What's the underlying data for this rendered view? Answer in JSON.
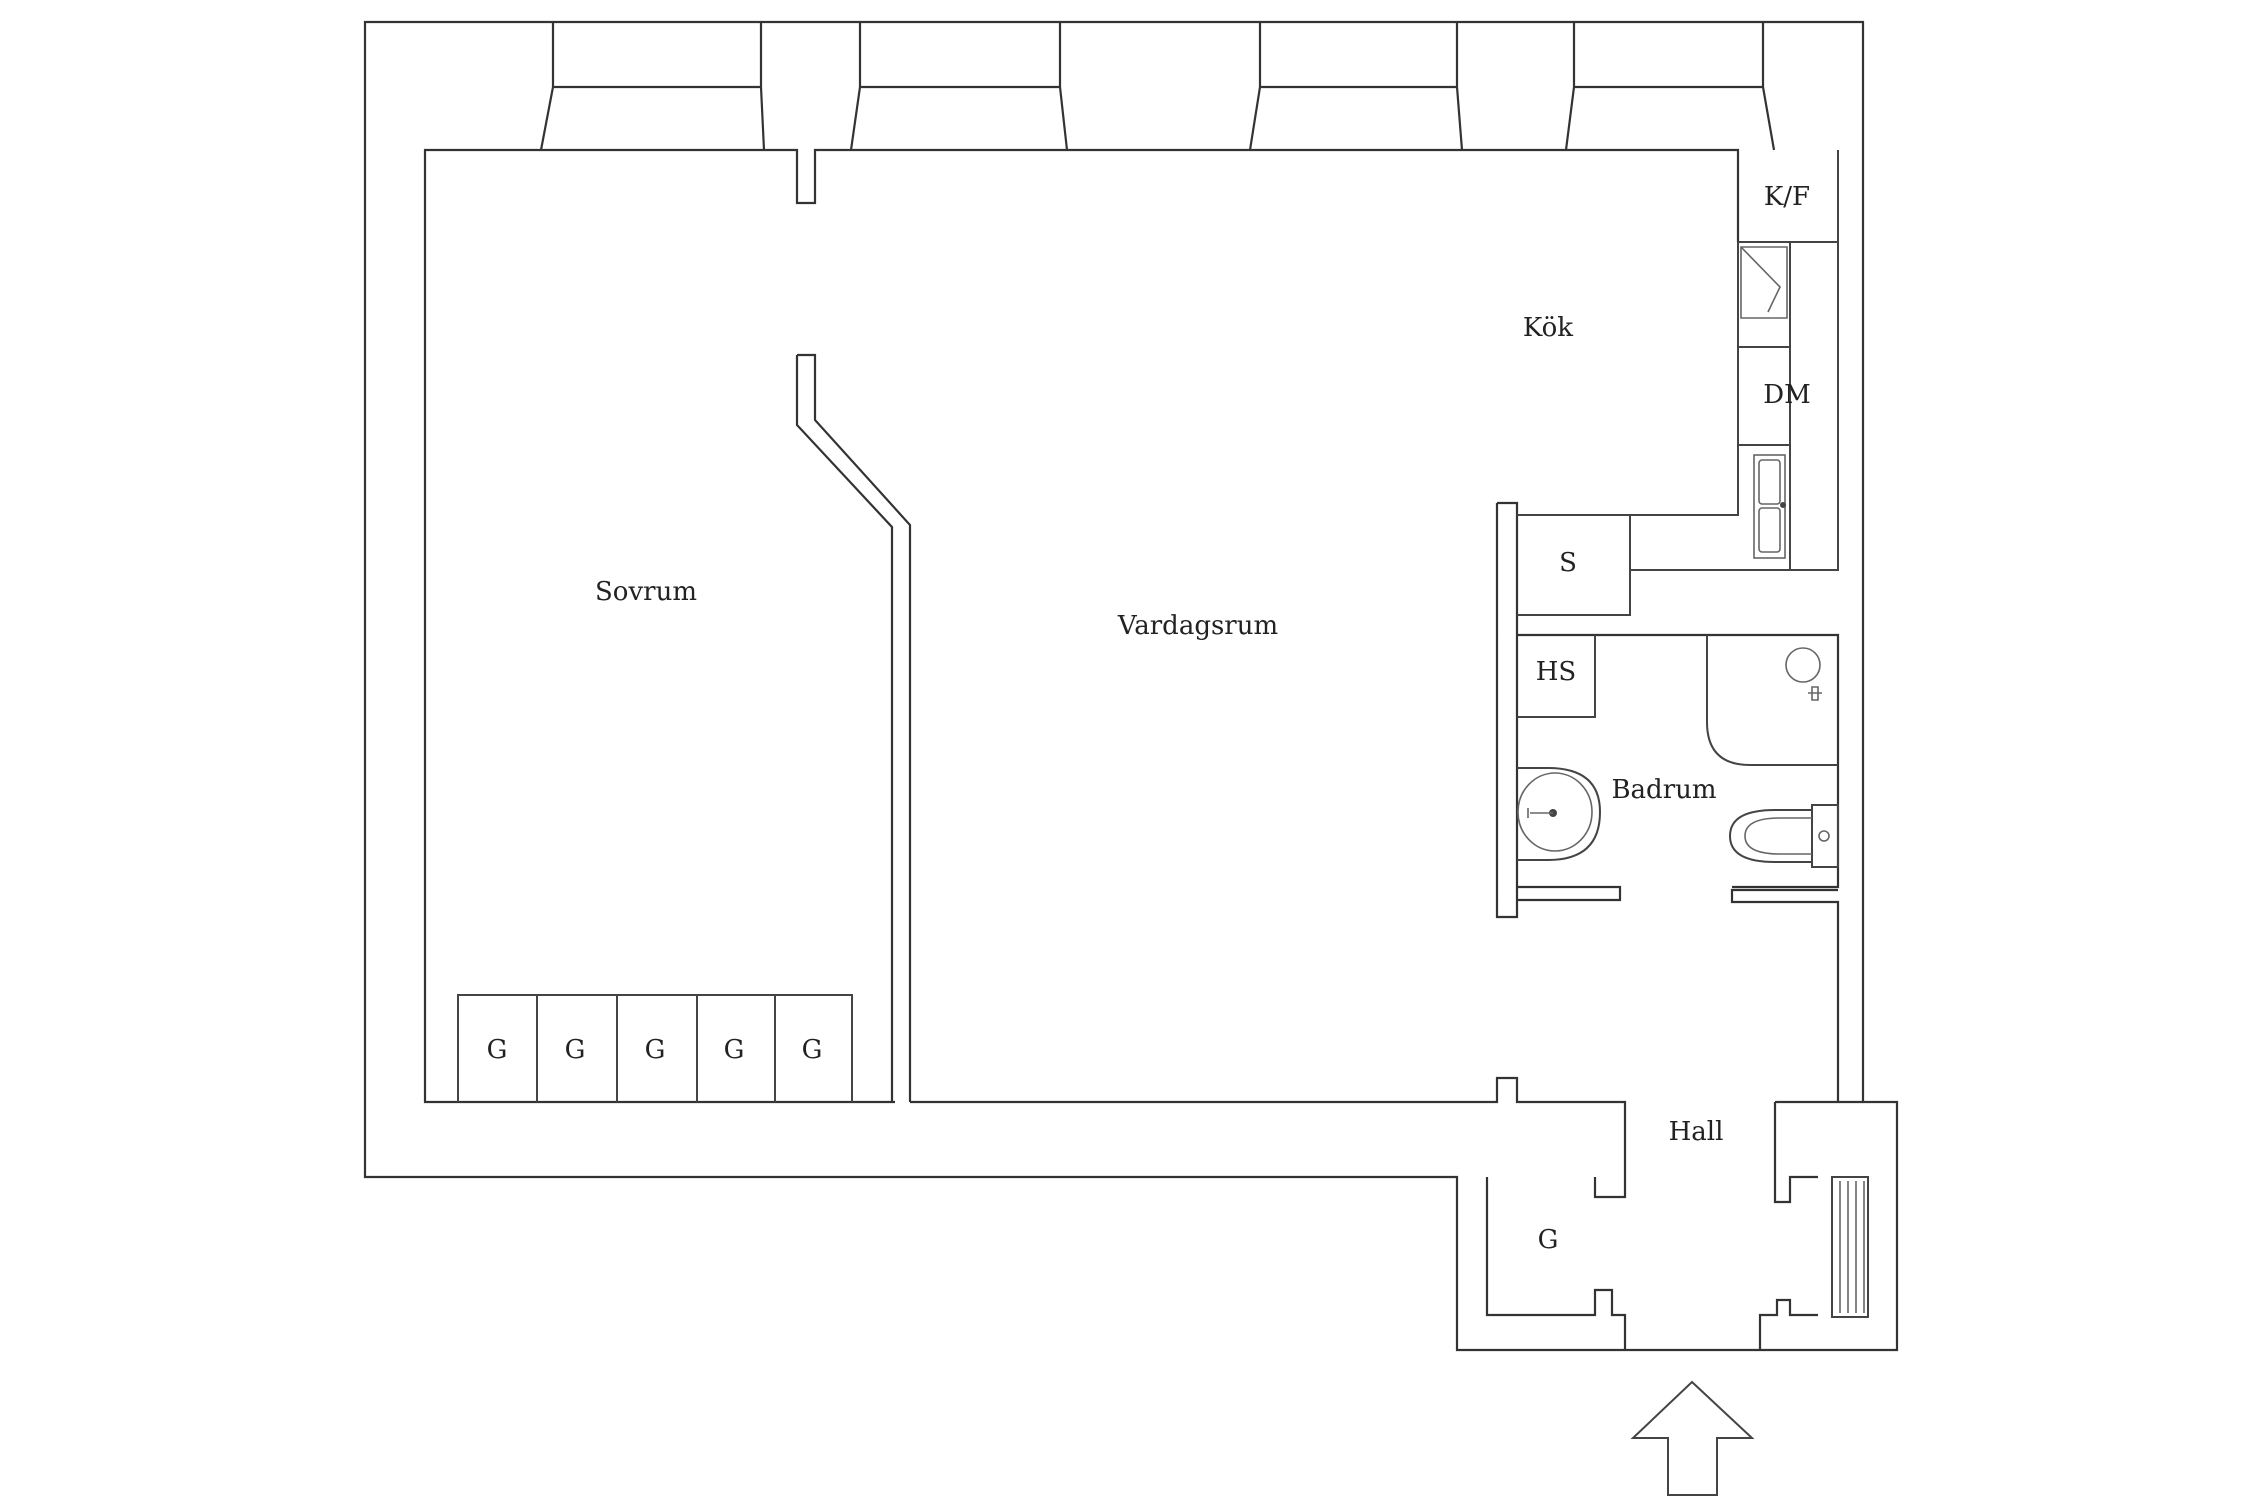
{
  "rooms": {
    "sovrum": "Sovrum",
    "vardagsrum": "Vardagsrum",
    "kok": "Kök",
    "badrum": "Badrum",
    "hall": "Hall"
  },
  "fixtures": {
    "kf": "K/F",
    "dm": "DM",
    "s": "S",
    "hs": "HS"
  },
  "closets": {
    "sovrum": [
      "G",
      "G",
      "G",
      "G",
      "G"
    ],
    "hall": "G"
  },
  "colors": {
    "line": "#333333",
    "background": "#ffffff"
  },
  "icons": [
    "entrance-arrow-icon",
    "radiator-icon",
    "sink-icon",
    "toilet-icon",
    "shower-icon",
    "stove-icon",
    "kitchen-sink-icon"
  ]
}
